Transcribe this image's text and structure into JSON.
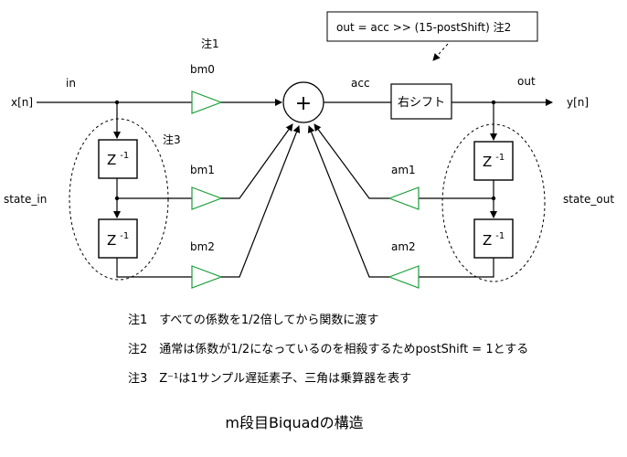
{
  "labels": {
    "xn": "x[n]",
    "in": "in",
    "note1_mark": "注1",
    "bm0": "bm0",
    "bm1": "bm1",
    "bm2": "bm2",
    "note3_mark": "注3",
    "state_in": "state_in",
    "z1": "Z",
    "z_sup": "-1",
    "acc": "acc",
    "shift_box": "右シフト",
    "out": "out",
    "yn": "y[n]",
    "am1": "am1",
    "am2": "am2",
    "state_out": "state_out",
    "adder": "+",
    "callout": "out = acc >> (15-postShift) 注2"
  },
  "notes": [
    "注1　すべての係数を1/2倍してから関数に渡す",
    "注2　通常は係数が1/2になっているのを相殺するためpostShift = 1とする",
    "注3　Z⁻¹は1サンプル遅延素子、三角は乗算器を表す"
  ],
  "caption": "m段目Biquadの構造"
}
